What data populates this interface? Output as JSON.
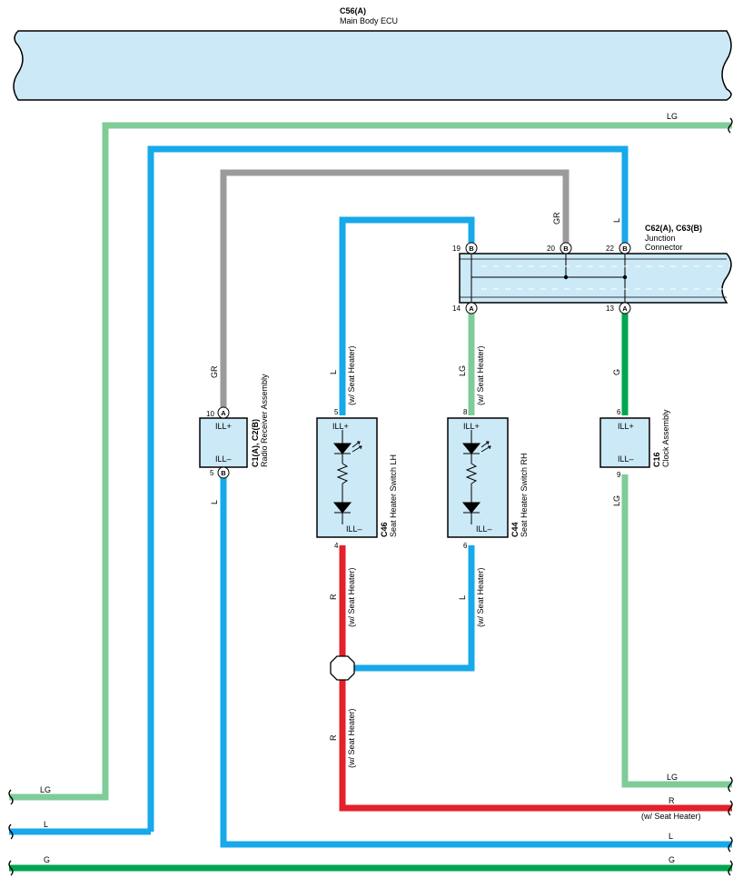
{
  "ecu": {
    "code": "C56(A)",
    "name": "Main Body ECU"
  },
  "junction": {
    "code": "C62(A), C63(B)",
    "name_line1": "Junction",
    "name_line2": "Connector"
  },
  "radio": {
    "code": "C1(A), C2(B)",
    "name": "Radio Receiver Assembly",
    "pin_top": "10",
    "pin_top_letter": "A",
    "pin_bottom": "5",
    "pin_bottom_letter": "B",
    "ill_plus": "ILL+",
    "ill_minus": "ILL–"
  },
  "switch_lh": {
    "code": "C46",
    "name": "Seat Heater Switch LH",
    "pin_top": "5",
    "pin_bottom": "4",
    "ill_plus": "ILL+",
    "ill_minus": "ILL–"
  },
  "switch_rh": {
    "code": "C44",
    "name": "Seat Heater Switch RH",
    "pin_top": "8",
    "pin_bottom": "6",
    "ill_plus": "ILL+",
    "ill_minus": "ILL–"
  },
  "clock": {
    "code": "C16",
    "name": "Clock Assembly",
    "pin_top": "6",
    "pin_bottom": "9",
    "ill_plus": "ILL+",
    "ill_minus": "ILL–"
  },
  "junction_pins": {
    "p19": "19",
    "p19_letter": "B",
    "p20": "20",
    "p20_letter": "B",
    "p22": "22",
    "p22_letter": "B",
    "p14": "14",
    "p14_letter": "A",
    "p13": "13",
    "p13_letter": "A"
  },
  "wires": {
    "lg": "LG",
    "l": "L",
    "gr": "GR",
    "r": "R",
    "g": "G",
    "w_seat_heater": "(w/ Seat Heater)"
  },
  "colors": {
    "LG": "#7fcc98",
    "L": "#17a9e9",
    "GR": "#9b9b9b",
    "R": "#e3202b",
    "G": "#00a651",
    "box_fill": "#cce9f7"
  }
}
